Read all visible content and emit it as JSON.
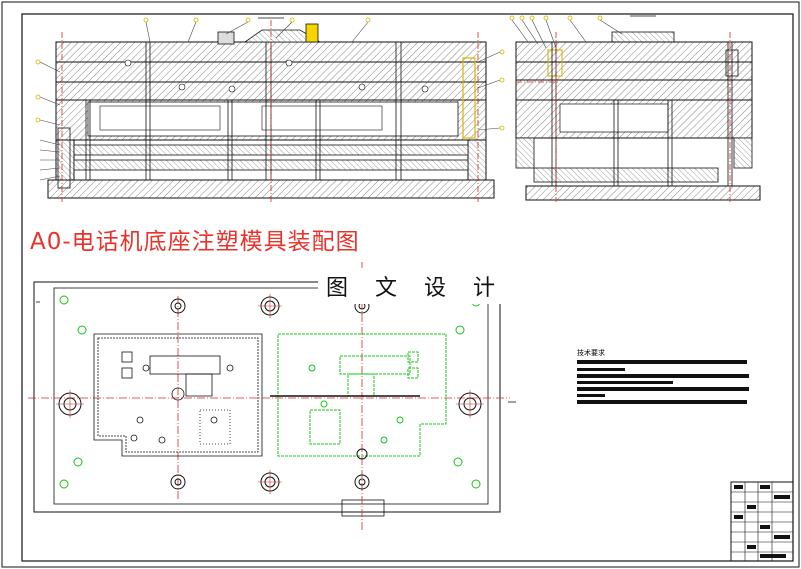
{
  "drawing": {
    "title": "A0-电话机底座注塑模具装配图",
    "watermark": "图 文 设 计",
    "notes_heading": "技术要求"
  },
  "colors": {
    "line": "#111111",
    "hatch": "#555555",
    "title_red": "#e8322a",
    "centerline_red": "#d62828",
    "label_yellow": "#d8b400",
    "mirror_green": "#16c416"
  }
}
